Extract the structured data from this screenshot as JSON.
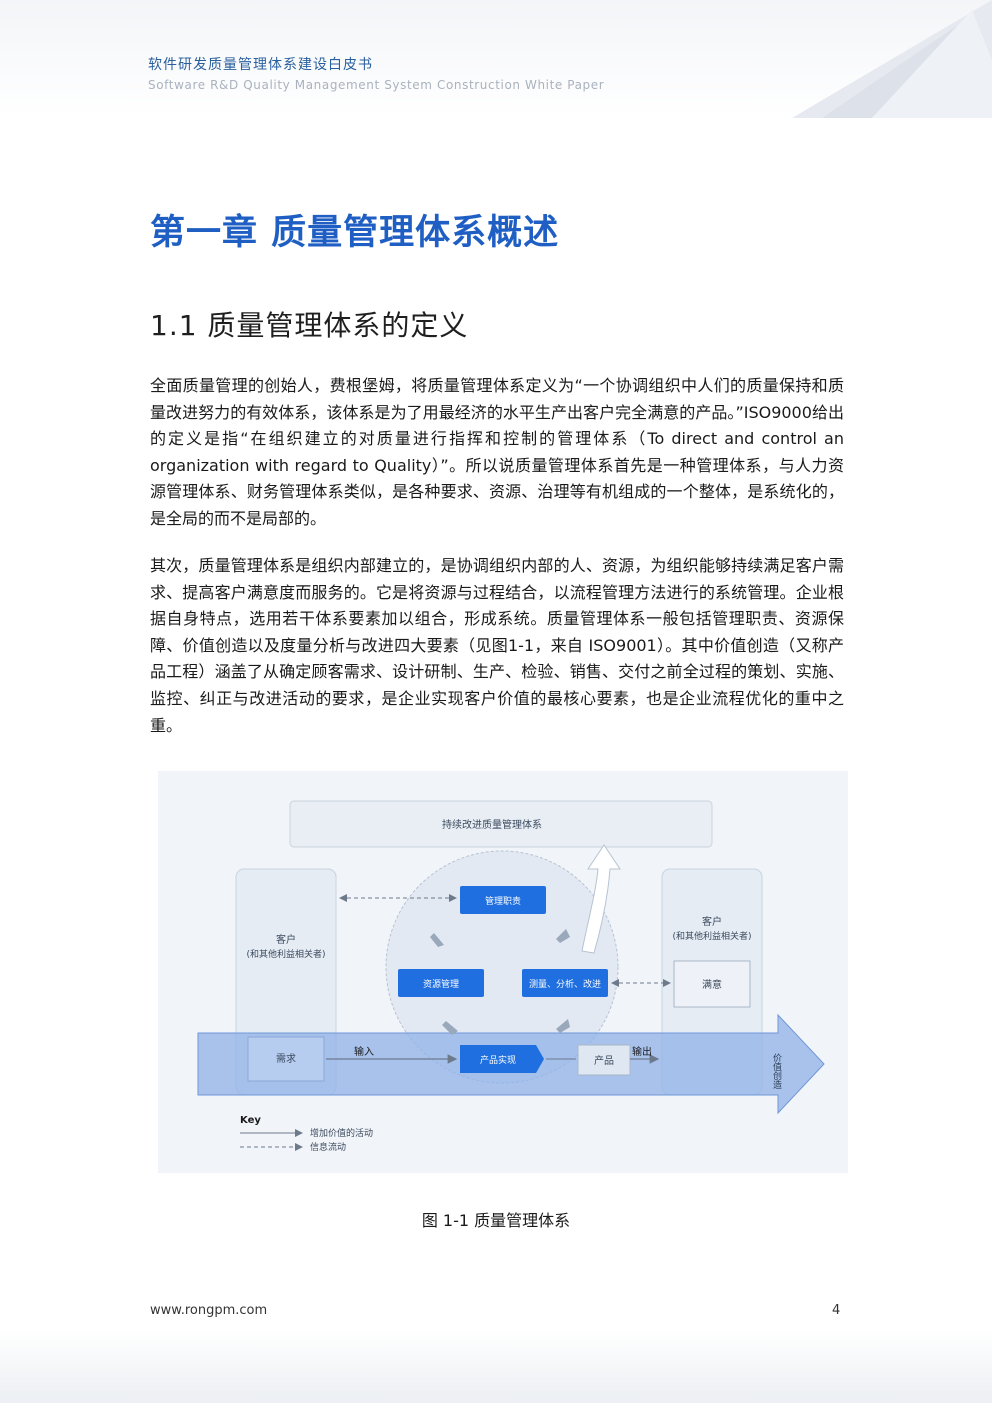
{
  "header": {
    "title": "软件研发质量管理体系建设白皮书",
    "subtitle": "Software R&D Quality Management System Construction White Paper"
  },
  "chapter": {
    "title": "第一章 质量管理体系概述"
  },
  "section": {
    "title": "1.1 质量管理体系的定义"
  },
  "paragraphs": {
    "p1": "全面质量管理的创始人，费根堡姆，将质量管理体系定义为“一个协调组织中人们的质量保持和质量改进努力的有效体系，该体系是为了用最经济的水平生产出客户完全满意的产品。”ISO9000给出的定义是指“在组织建立的对质量进行指挥和控制的管理体系（To direct and control an organization with regard to Quality）”。所以说质量管理体系首先是一种管理体系，与人力资源管理体系、财务管理体系类似，是各种要求、资源、治理等有机组成的一个整体，是系统化的，是全局的而不是局部的。",
    "p2": "其次，质量管理体系是组织内部建立的，是协调组织内部的人、资源，为组织能够持续满足客户需求、提高客户满意度而服务的。它是将资源与过程结合，以流程管理方法进行的系统管理。企业根据自身特点，选用若干体系要素加以组合，形成系统。质量管理体系一般包括管理职责、资源保障、价值创造以及度量分析与改进四大要素（见图1-1，来自 ISO9001）。其中价值创造（又称产品工程）涵盖了从确定顾客需求、设计研制、生产、检验、销售、交付之前全过程的策划、实施、监控、纠正与改进活动的要求，是企业实现客户价值的最核心要素，也是企业流程优化的重中之重。"
  },
  "diagram": {
    "continuous_improvement": "持续改进质量管理体系",
    "customer_left_1": "客户",
    "customer_left_2": "(和其他利益相关者)",
    "customer_right_1": "客户",
    "customer_right_2": "(和其他利益相关者)",
    "management_responsibility": "管理职责",
    "resource_management": "资源管理",
    "measurement": "测量、分析、改进",
    "product_realization": "产品实现",
    "requirements": "需求",
    "input": "输入",
    "product": "产品",
    "output": "输出",
    "satisfaction": "满意",
    "value_creation": "价值创造",
    "key_title": "Key",
    "key_value_activity": "增加价值的活动",
    "key_info_flow": "信息流动",
    "colors": {
      "primary_blue": "#1f6fe0",
      "band_blue": "#8fb2e8",
      "panel_border": "#c9d3df"
    }
  },
  "figure": {
    "caption": "图 1-1 质量管理体系"
  },
  "footer": {
    "url": "www.rongpm.com",
    "page": "4"
  }
}
